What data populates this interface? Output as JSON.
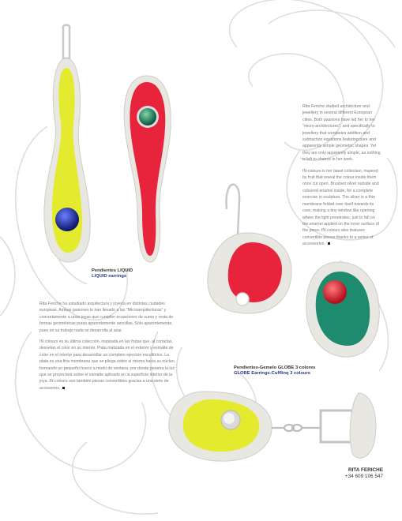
{
  "products": {
    "liquid": {
      "caption_es": "Pendientes LIQUID",
      "caption_en": "LIQUID earrings"
    },
    "globe": {
      "caption_es": "Pendientes-Gemelo GLOBE 3 colores",
      "caption_en": "GLOBE Earrings-Cufflinq 3 colours"
    }
  },
  "text_en": {
    "p1": "Rita Feriche studied architecture and jewellery in several different European cities. Both passions have led her to her \"micro-architectures\", and specifically to jewellery that completes addition and subtraction equations featuring pure and apparently simple geometric shapes. Yet they are only apparently simple, as nothing is left to chance in her work.",
    "p2": "IN-colours is her latest collection, inspired by fruit that reveal the colour inside them once cut open. Brushed silver outside and coloured enamel inside, for a complete exercise in sculpture. The silver is a thin membrane folded over itself towards its core, making a tiny window like opening where the light penetrates, just to fall on the enamel applied on the inner surface of the piece. IN-colours also features convertible pieces thanks to a series of accessories."
  },
  "text_es": {
    "p1": "Rita Feriche ha estudiado arquitectura y joyería en distintas ciudades europeas. Ambas pasiones le han llevado a las \"Microarquitecturas\" y concretamente a unas joyas que cumplen ecuaciones de suma y resta de formas geométricas puras aparentemente sencillas. Sólo aparentemente, pues en su trabajo nada se desarrolla al azar.",
    "p2": "IN colours es su última colección, inspirada en las frutas que, al cortarlas, desvelan el color en su interior. Plata matizada en el exterior y esmalte de color en el interior para desarrollar un completo ejercicio escultórico. La plata es una fina membrana que se pliega sobre sí misma hacia su núcleo, formando un pequeño hueco a modo de ventana, por donde penetra la luz que se proyectará sobre el esmalte aplicado en la superficie interior de la joya. IN colours son también piezas convertibles gracias a una serie de accesorios."
  },
  "brand": {
    "name": "RITA FERICHE",
    "phone": "+34 609 106 547"
  },
  "colors": {
    "yellow": "#e4ea2e",
    "red": "#e8243c",
    "teal": "#1e8a6e",
    "blue": "#1d2fa0",
    "silver": "#e9e7e2",
    "caption_blue": "#2c3a8a"
  }
}
